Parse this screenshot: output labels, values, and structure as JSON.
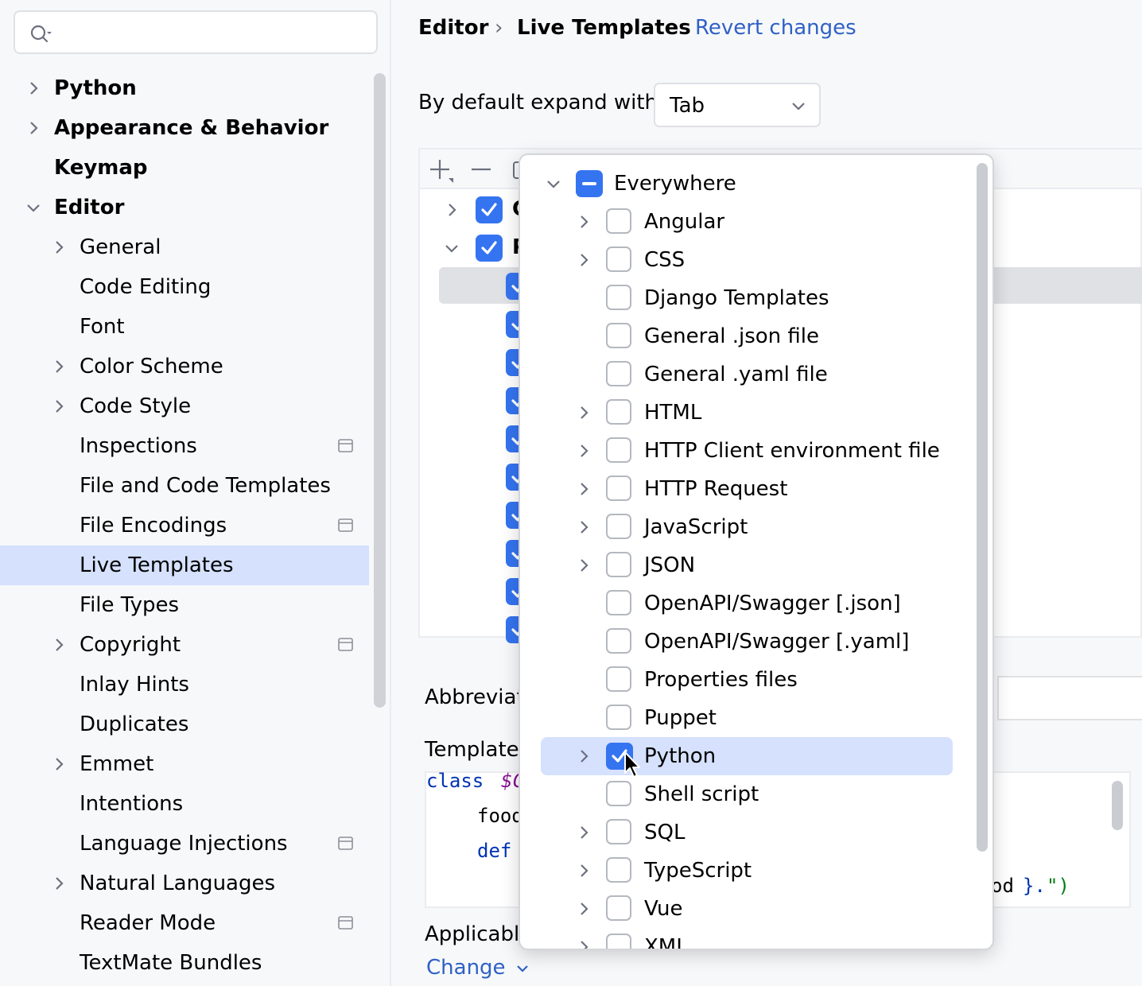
{
  "sidebar": {
    "search": {
      "placeholder": "",
      "value": ""
    },
    "items": [
      {
        "label": "Python",
        "bold": true,
        "expandable": true,
        "expanded": false,
        "level": 0
      },
      {
        "label": "Appearance & Behavior",
        "bold": true,
        "expandable": true,
        "expanded": false,
        "level": 0
      },
      {
        "label": "Keymap",
        "bold": true,
        "expandable": false,
        "level": 0
      },
      {
        "label": "Editor",
        "bold": true,
        "expandable": true,
        "expanded": true,
        "level": 0
      },
      {
        "label": "General",
        "expandable": true,
        "level": 1
      },
      {
        "label": "Code Editing",
        "level": 1
      },
      {
        "label": "Font",
        "level": 1
      },
      {
        "label": "Color Scheme",
        "expandable": true,
        "level": 1
      },
      {
        "label": "Code Style",
        "expandable": true,
        "level": 1
      },
      {
        "label": "Inspections",
        "level": 1,
        "project_level": true
      },
      {
        "label": "File and Code Templates",
        "level": 1
      },
      {
        "label": "File Encodings",
        "level": 1,
        "project_level": true
      },
      {
        "label": "Live Templates",
        "level": 1,
        "selected": true
      },
      {
        "label": "File Types",
        "level": 1
      },
      {
        "label": "Copyright",
        "expandable": true,
        "level": 1,
        "project_level": true
      },
      {
        "label": "Inlay Hints",
        "level": 1
      },
      {
        "label": "Duplicates",
        "level": 1
      },
      {
        "label": "Emmet",
        "expandable": true,
        "level": 1
      },
      {
        "label": "Intentions",
        "level": 1
      },
      {
        "label": "Language Injections",
        "level": 1,
        "project_level": true
      },
      {
        "label": "Natural Languages",
        "expandable": true,
        "level": 1
      },
      {
        "label": "Reader Mode",
        "level": 1,
        "project_level": true
      },
      {
        "label": "TextMate Bundles",
        "level": 1
      }
    ]
  },
  "header": {
    "breadcrumb_parent": "Editor",
    "breadcrumb_sep": "›",
    "breadcrumb_current": "Live Templates",
    "revert_link": "Revert changes"
  },
  "expand": {
    "label": "By default expand with",
    "value": "Tab"
  },
  "toolbar_icons": [
    "add-icon",
    "remove-icon",
    "copy-icon"
  ],
  "template_list": {
    "groups": [
      {
        "partial_label": "C",
        "checked": true,
        "expanded": false
      },
      {
        "partial_label": "P",
        "checked": true,
        "expanded": true
      }
    ],
    "visible_child_checkboxes": 10
  },
  "fields": {
    "abbreviation_label": "Abbreviat",
    "template_text_label": "Template",
    "applicable_label": "Applicable",
    "change_link": "Change"
  },
  "code": {
    "line1_kw": "class",
    "line1_var": "$C",
    "line2": "food",
    "line3_kw": "def",
    "line4_a": "od",
    "line4_b": "}.",
    "line4_c": "\")"
  },
  "popup": {
    "root": {
      "label": "Everywhere",
      "state": "indeterminate"
    },
    "items": [
      {
        "label": "Angular",
        "expandable": true,
        "checked": false
      },
      {
        "label": "CSS",
        "expandable": true,
        "checked": false
      },
      {
        "label": "Django Templates",
        "expandable": false,
        "checked": false
      },
      {
        "label": "General .json file",
        "expandable": false,
        "checked": false
      },
      {
        "label": "General .yaml file",
        "expandable": false,
        "checked": false
      },
      {
        "label": "HTML",
        "expandable": true,
        "checked": false
      },
      {
        "label": "HTTP Client environment file",
        "expandable": true,
        "checked": false
      },
      {
        "label": "HTTP Request",
        "expandable": true,
        "checked": false
      },
      {
        "label": "JavaScript",
        "expandable": true,
        "checked": false
      },
      {
        "label": "JSON",
        "expandable": true,
        "checked": false
      },
      {
        "label": "OpenAPI/Swagger [.json]",
        "expandable": false,
        "checked": false
      },
      {
        "label": "OpenAPI/Swagger [.yaml]",
        "expandable": false,
        "checked": false
      },
      {
        "label": "Properties files",
        "expandable": false,
        "checked": false
      },
      {
        "label": "Puppet",
        "expandable": false,
        "checked": false
      },
      {
        "label": "Python",
        "expandable": true,
        "checked": true,
        "highlighted": true
      },
      {
        "label": "Shell script",
        "expandable": false,
        "checked": false
      },
      {
        "label": "SQL",
        "expandable": true,
        "checked": false
      },
      {
        "label": "TypeScript",
        "expandable": true,
        "checked": false
      },
      {
        "label": "Vue",
        "expandable": true,
        "checked": false
      },
      {
        "label": "XML",
        "expandable": true,
        "checked": false
      }
    ]
  },
  "colors": {
    "accent": "#3574f0",
    "link": "#2f61c5",
    "selection": "#d5e1fd",
    "keyword": "#0033b3",
    "variable": "#871094"
  }
}
